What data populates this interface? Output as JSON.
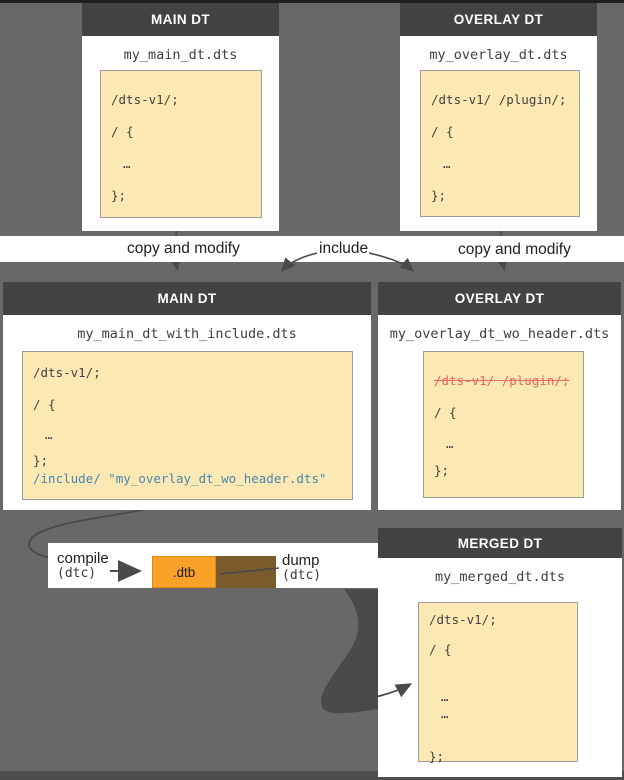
{
  "diagram": {
    "top_main": {
      "header": "MAIN DT",
      "filename": "my_main_dt.dts",
      "code": [
        "/dts-v1/;",
        "/ {",
        "…",
        "};"
      ]
    },
    "top_overlay": {
      "header": "OVERLAY DT",
      "filename": "my_overlay_dt.dts",
      "code": [
        "/dts-v1/ /plugin/;",
        "/ {",
        "…",
        "};"
      ]
    },
    "mid_main": {
      "header": "MAIN DT",
      "filename": "my_main_dt_with_include.dts",
      "code": [
        "/dts-v1/;",
        "/ {",
        "…",
        "};",
        "/include/ \"my_overlay_dt_wo_header.dts\""
      ]
    },
    "mid_overlay": {
      "header": "OVERLAY DT",
      "filename": "my_overlay_dt_wo_header.dts",
      "code": [
        "/dts-v1/ /plugin/;",
        "/ {",
        "…",
        "};"
      ]
    },
    "merged": {
      "header": "MERGED DT",
      "filename": "my_merged_dt.dts",
      "code": [
        "/dts-v1/;",
        "/ {",
        "…",
        "…",
        "};"
      ]
    },
    "labels": {
      "copy_left": "copy and modify",
      "include": "include",
      "copy_right": "copy and modify",
      "compile": "compile",
      "compile_tool": "(dtc)",
      "dump": "dump",
      "dump_tool": "(dtc)",
      "dtb": ".dtb"
    }
  },
  "colors": {
    "background": "#686868",
    "header_bar": "#434343",
    "box_body": "#ffffff",
    "code_bg": "#fce8b2",
    "code_text": "#424242",
    "include_blue": "#4a86ae",
    "strikethrough_red": "#e8695c",
    "dtb_orange": "#f9a22a",
    "dtb_brown": "#7a5b2b",
    "arrow_gray": "#4a4a4a"
  }
}
